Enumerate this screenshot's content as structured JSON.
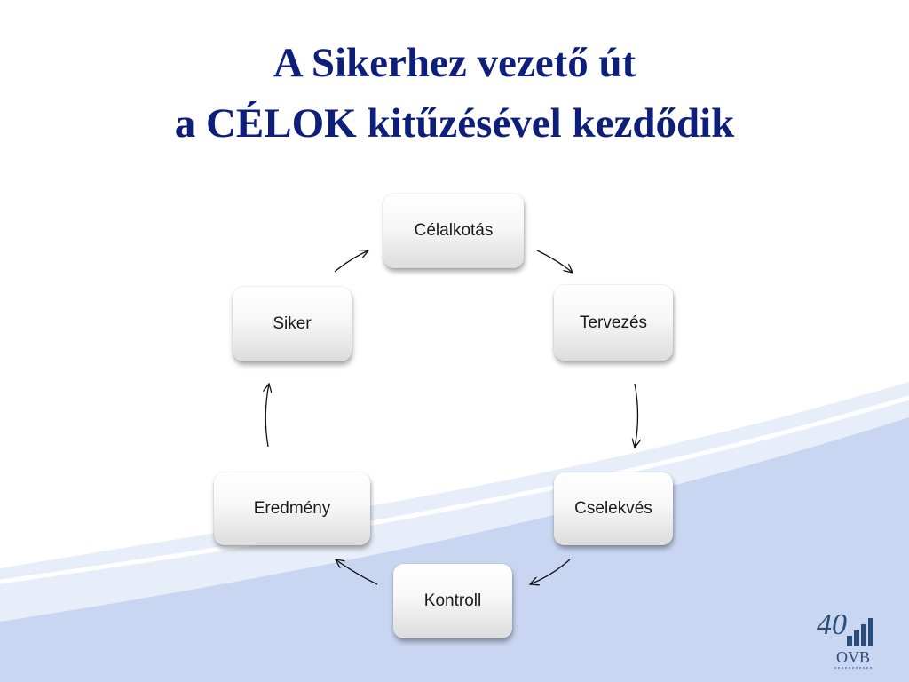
{
  "title": {
    "line1": "A Sikerhez vezető út",
    "line2": "a CÉLOK kitűzésével kezdődik"
  },
  "cycle": {
    "nodes": [
      {
        "id": "celalkotas",
        "label": "Célalkotás"
      },
      {
        "id": "tervezes",
        "label": "Tervezés"
      },
      {
        "id": "cselekves",
        "label": "Cselekvés"
      },
      {
        "id": "kontroll",
        "label": "Kontroll"
      },
      {
        "id": "eredmeny",
        "label": "Eredmény"
      },
      {
        "id": "siker",
        "label": "Siker"
      }
    ]
  },
  "logo": {
    "number": "40",
    "text": "OVB"
  },
  "colors": {
    "title": "#0d1f7a",
    "swoosh": "#c9d6f1",
    "logo": "#2a4d7a"
  }
}
